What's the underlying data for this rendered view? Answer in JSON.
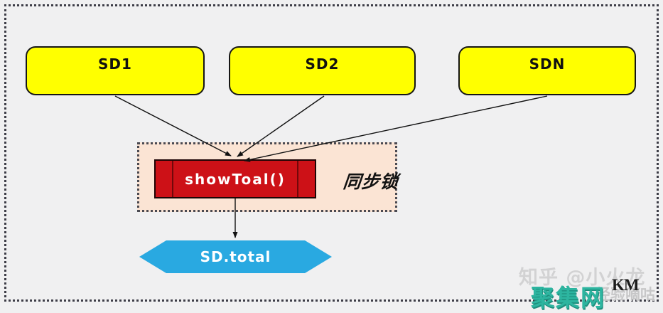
{
  "diagram": {
    "title_none": "",
    "nodes": {
      "sd1": {
        "label": "SD1"
      },
      "sd2": {
        "label": "SD2"
      },
      "sdn": {
        "label": "SDN"
      },
      "process": {
        "label": "showToal()",
        "shape": "subroutine"
      },
      "lock": {
        "label": "同步锁"
      },
      "result": {
        "label": "SD.total",
        "shape": "hexagon"
      }
    },
    "edges": [
      {
        "from": "SD1",
        "to": "showToal()"
      },
      {
        "from": "SD2",
        "to": "showToal()"
      },
      {
        "from": "SDN",
        "to": "showToal()"
      },
      {
        "from": "showToal()",
        "to": "SD.total"
      }
    ],
    "colors": {
      "background": "#f0f0f1",
      "node_yellow": "#ffff00",
      "process_red": "#cd1117",
      "lock_panel_pink": "#fbe4d4",
      "result_blue": "#29a9e1",
      "frame_border": "#3d3d47",
      "arrow": "#111111"
    }
  },
  "watermarks": {
    "zhihu": "知乎 @小火龙",
    "site_logo": "聚集网",
    "site_logo_color": "#2db5a0",
    "gray_overlay": "经验嘀咕",
    "dark_overlay": "KM"
  }
}
